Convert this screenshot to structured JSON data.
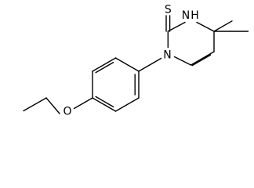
{
  "atoms": {
    "sulfur": "S",
    "amine_nitrogen": "N",
    "amine_hydrogen": "H",
    "ring_nitrogen": "N",
    "ether_oxygen": "O"
  },
  "colors": {
    "bond": "#000000",
    "label": "#000000",
    "background": "#ffffff"
  }
}
